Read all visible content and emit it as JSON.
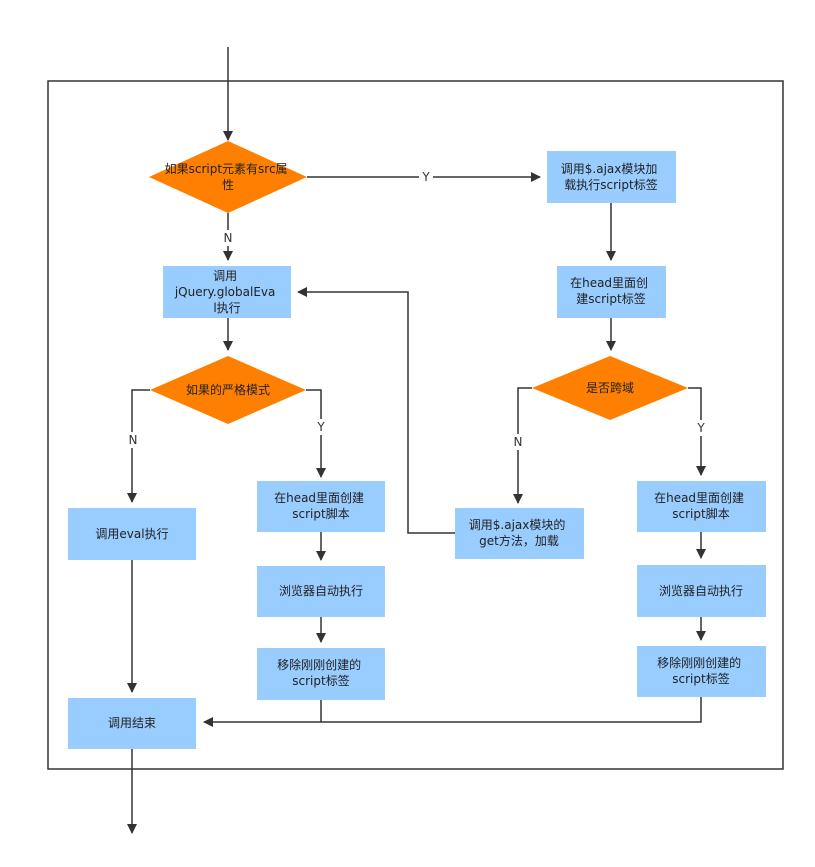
{
  "colors": {
    "process_fill": "#99ccff",
    "decision_fill": "#ff8000",
    "line": "#333333",
    "frame": "#333333"
  },
  "nodes": {
    "decision_src": {
      "lines": [
        "如果script元素有src属",
        "性"
      ]
    },
    "ajax_load": {
      "lines": [
        "调用$.ajax模块加",
        "载执行script标签"
      ]
    },
    "global_eval": {
      "lines": [
        "调用",
        "jQuery.globalEva",
        "l执行"
      ]
    },
    "create_in_head_right": {
      "lines": [
        "在head里面创",
        "建script标签"
      ]
    },
    "decision_strict": {
      "lines": [
        "如果的严格模式"
      ]
    },
    "decision_cross": {
      "lines": [
        "是否跨域"
      ]
    },
    "eval_exec": {
      "lines": [
        "调用eval执行"
      ]
    },
    "create_script_left": {
      "lines": [
        "在head里面创建",
        "script脚本"
      ]
    },
    "ajax_get": {
      "lines": [
        "调用$.ajax模块的",
        "get方法，加载"
      ]
    },
    "create_script_right": {
      "lines": [
        "在head里面创建",
        "script脚本"
      ]
    },
    "browser_exec_left": {
      "lines": [
        "浏览器自动执行"
      ]
    },
    "browser_exec_right": {
      "lines": [
        "浏览器自动执行"
      ]
    },
    "remove_left": {
      "lines": [
        "移除刚刚创建的",
        "script标签"
      ]
    },
    "remove_right": {
      "lines": [
        "移除刚刚创建的",
        "script标签"
      ]
    },
    "call_end": {
      "lines": [
        "调用结束"
      ]
    }
  },
  "edge_labels": {
    "src_yes": "Y",
    "src_no": "N",
    "strict_no": "N",
    "strict_yes": "Y",
    "cross_no": "N",
    "cross_yes": "Y"
  }
}
